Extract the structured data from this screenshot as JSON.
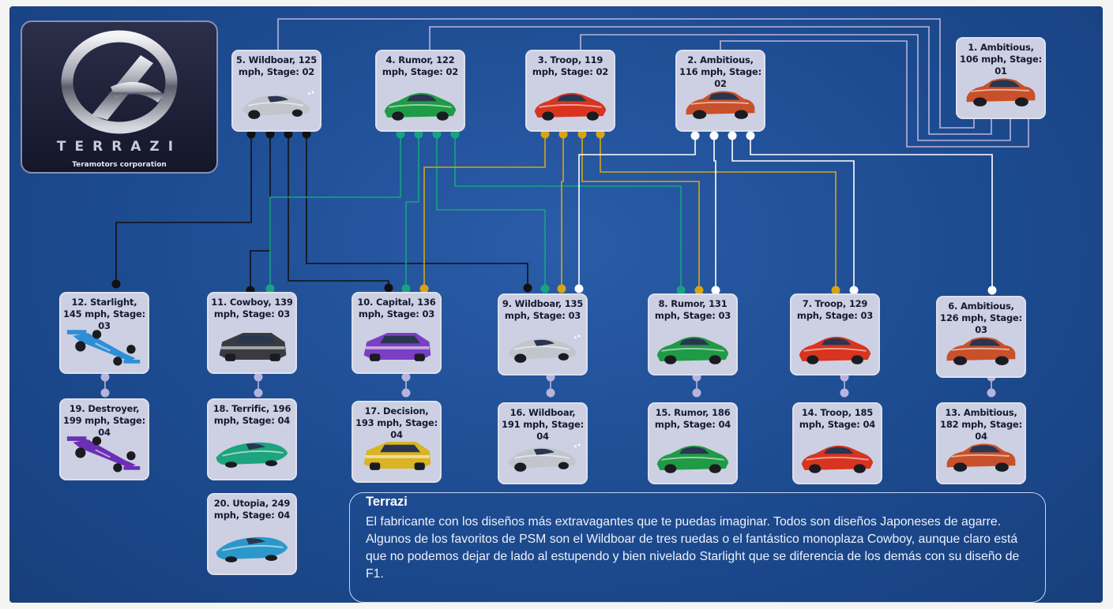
{
  "brand": {
    "name": "TERRAZI",
    "subtitle": "Teramotors corporation"
  },
  "colors": {
    "background": "#1f4f97",
    "card": "#ccd0e2",
    "wildboar_line": "#111111",
    "rumor_line": "#17a382",
    "troop_line": "#d8a512",
    "ambitious_line": "#ffffff"
  },
  "cars": [
    {
      "id": 1,
      "title": "1. Ambitious, 106 mph, Stage: 01",
      "color": "#c8502a",
      "shape": "coupe"
    },
    {
      "id": 2,
      "title": "2. Ambitious, 116 mph, Stage: 02",
      "color": "#c8502a",
      "shape": "coupe"
    },
    {
      "id": 3,
      "title": "3. Troop, 119 mph, Stage: 02",
      "color": "#d8341f",
      "shape": "sport"
    },
    {
      "id": 4,
      "title": "4. Rumor, 122 mph, Stage: 02",
      "color": "#1f9a45",
      "shape": "sport"
    },
    {
      "id": 5,
      "title": "5. Wildboar, 125 mph, Stage: 02",
      "color": "#c2c5cc",
      "shape": "trike"
    },
    {
      "id": 6,
      "title": "6. Ambitious, 126 mph, Stage: 03",
      "color": "#c8502a",
      "shape": "coupe"
    },
    {
      "id": 7,
      "title": "7. Troop, 129 mph, Stage: 03",
      "color": "#d8341f",
      "shape": "sport"
    },
    {
      "id": 8,
      "title": "8. Rumor, 131 mph, Stage: 03",
      "color": "#1f9a45",
      "shape": "sport"
    },
    {
      "id": 9,
      "title": "9. Wildboar, 135 mph, Stage: 03",
      "color": "#c2c5cc",
      "shape": "trike"
    },
    {
      "id": 10,
      "title": "10. Capital, 136 mph, Stage: 03",
      "color": "#7a3fc4",
      "shape": "muscle"
    },
    {
      "id": 11,
      "title": "11. Cowboy, 139 mph, Stage: 03",
      "color": "#3a3b40",
      "shape": "muscle"
    },
    {
      "id": 12,
      "title": "12. Starlight, 145 mph, Stage: 03",
      "color": "#2e8fd6",
      "shape": "formula"
    },
    {
      "id": 13,
      "title": "13. Ambitious, 182 mph, Stage: 04",
      "color": "#c8502a",
      "shape": "coupe"
    },
    {
      "id": 14,
      "title": "14. Troop, 185 mph, Stage: 04",
      "color": "#d8341f",
      "shape": "sport"
    },
    {
      "id": 15,
      "title": "15. Rumor, 186 mph, Stage: 04",
      "color": "#1f9a45",
      "shape": "sport"
    },
    {
      "id": 16,
      "title": "16. Wildboar, 191 mph, Stage: 04",
      "color": "#c2c5cc",
      "shape": "trike"
    },
    {
      "id": 17,
      "title": "17. Decision, 193 mph, Stage: 04",
      "color": "#d9b423",
      "shape": "muscle"
    },
    {
      "id": 18,
      "title": "18. Terrific, 196 mph, Stage: 04",
      "color": "#1da37d",
      "shape": "proto"
    },
    {
      "id": 19,
      "title": "19. Destroyer, 199 mph, Stage: 04",
      "color": "#6b2fb5",
      "shape": "formula"
    },
    {
      "id": 20,
      "title": "20. Utopia, 249 mph, Stage: 04",
      "color": "#2c98c9",
      "shape": "proto"
    }
  ],
  "description": {
    "title": "Terrazi",
    "text": "El fabricante con los diseños más extravagantes que te puedas imaginar. Todos son diseños Japoneses de agarre. Algunos de los favoritos de PSM son el Wildboar de tres ruedas o el fantástico monoplaza Cowboy, aunque claro está que no podemos dejar de lado al estupendo y bien nivelado Starlight que se diferencia de los demás con su diseño de F1."
  }
}
